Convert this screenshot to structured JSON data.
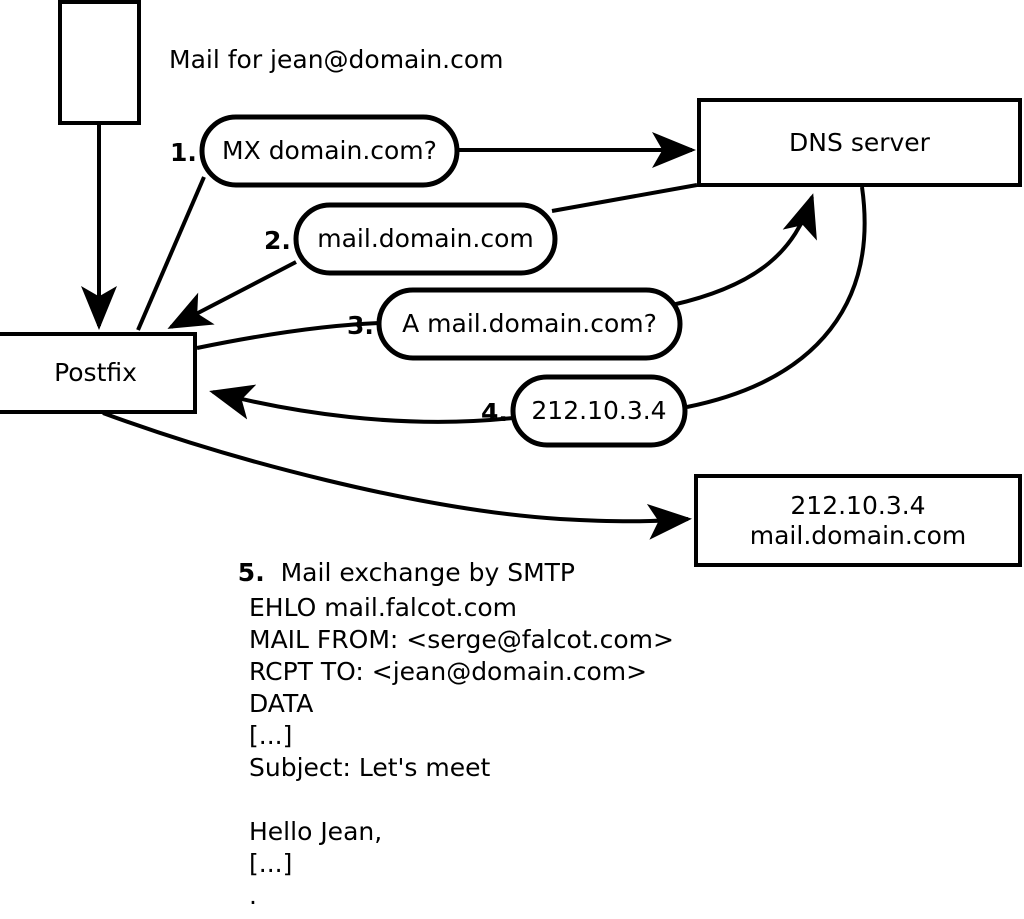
{
  "diagram": {
    "title_text": "Mail for jean@domain.com",
    "nodes": [
      {
        "id": "sender-box",
        "label": "",
        "shape": "rect"
      },
      {
        "id": "postfix",
        "label": "Postfix",
        "shape": "rect"
      },
      {
        "id": "dns-server",
        "label": "DNS server",
        "shape": "rect"
      },
      {
        "id": "target-server",
        "label": "212.10.3.4\nmail.domain.com",
        "shape": "rect"
      }
    ],
    "messages": [
      {
        "step": "1.",
        "label": "MX domain.com?",
        "shape": "rounded"
      },
      {
        "step": "2.",
        "label": "mail.domain.com",
        "shape": "rounded"
      },
      {
        "step": "3.",
        "label": "A mail.domain.com?",
        "shape": "rounded"
      },
      {
        "step": "4.",
        "label": "212.10.3.4",
        "shape": "rounded"
      }
    ],
    "smtp_step": {
      "number": "5.",
      "title": "Mail exchange by SMTP",
      "transcript": [
        "EHLO mail.falcot.com",
        "MAIL FROM: <serge@falcot.com>",
        "RCPT TO: <jean@domain.com>",
        "DATA",
        "[...]",
        "Subject: Let's meet",
        "",
        "Hello Jean,",
        "[...]",
        "."
      ]
    },
    "colors": {
      "stroke": "#000000",
      "fill": "#ffffff",
      "text": "#000000"
    }
  }
}
